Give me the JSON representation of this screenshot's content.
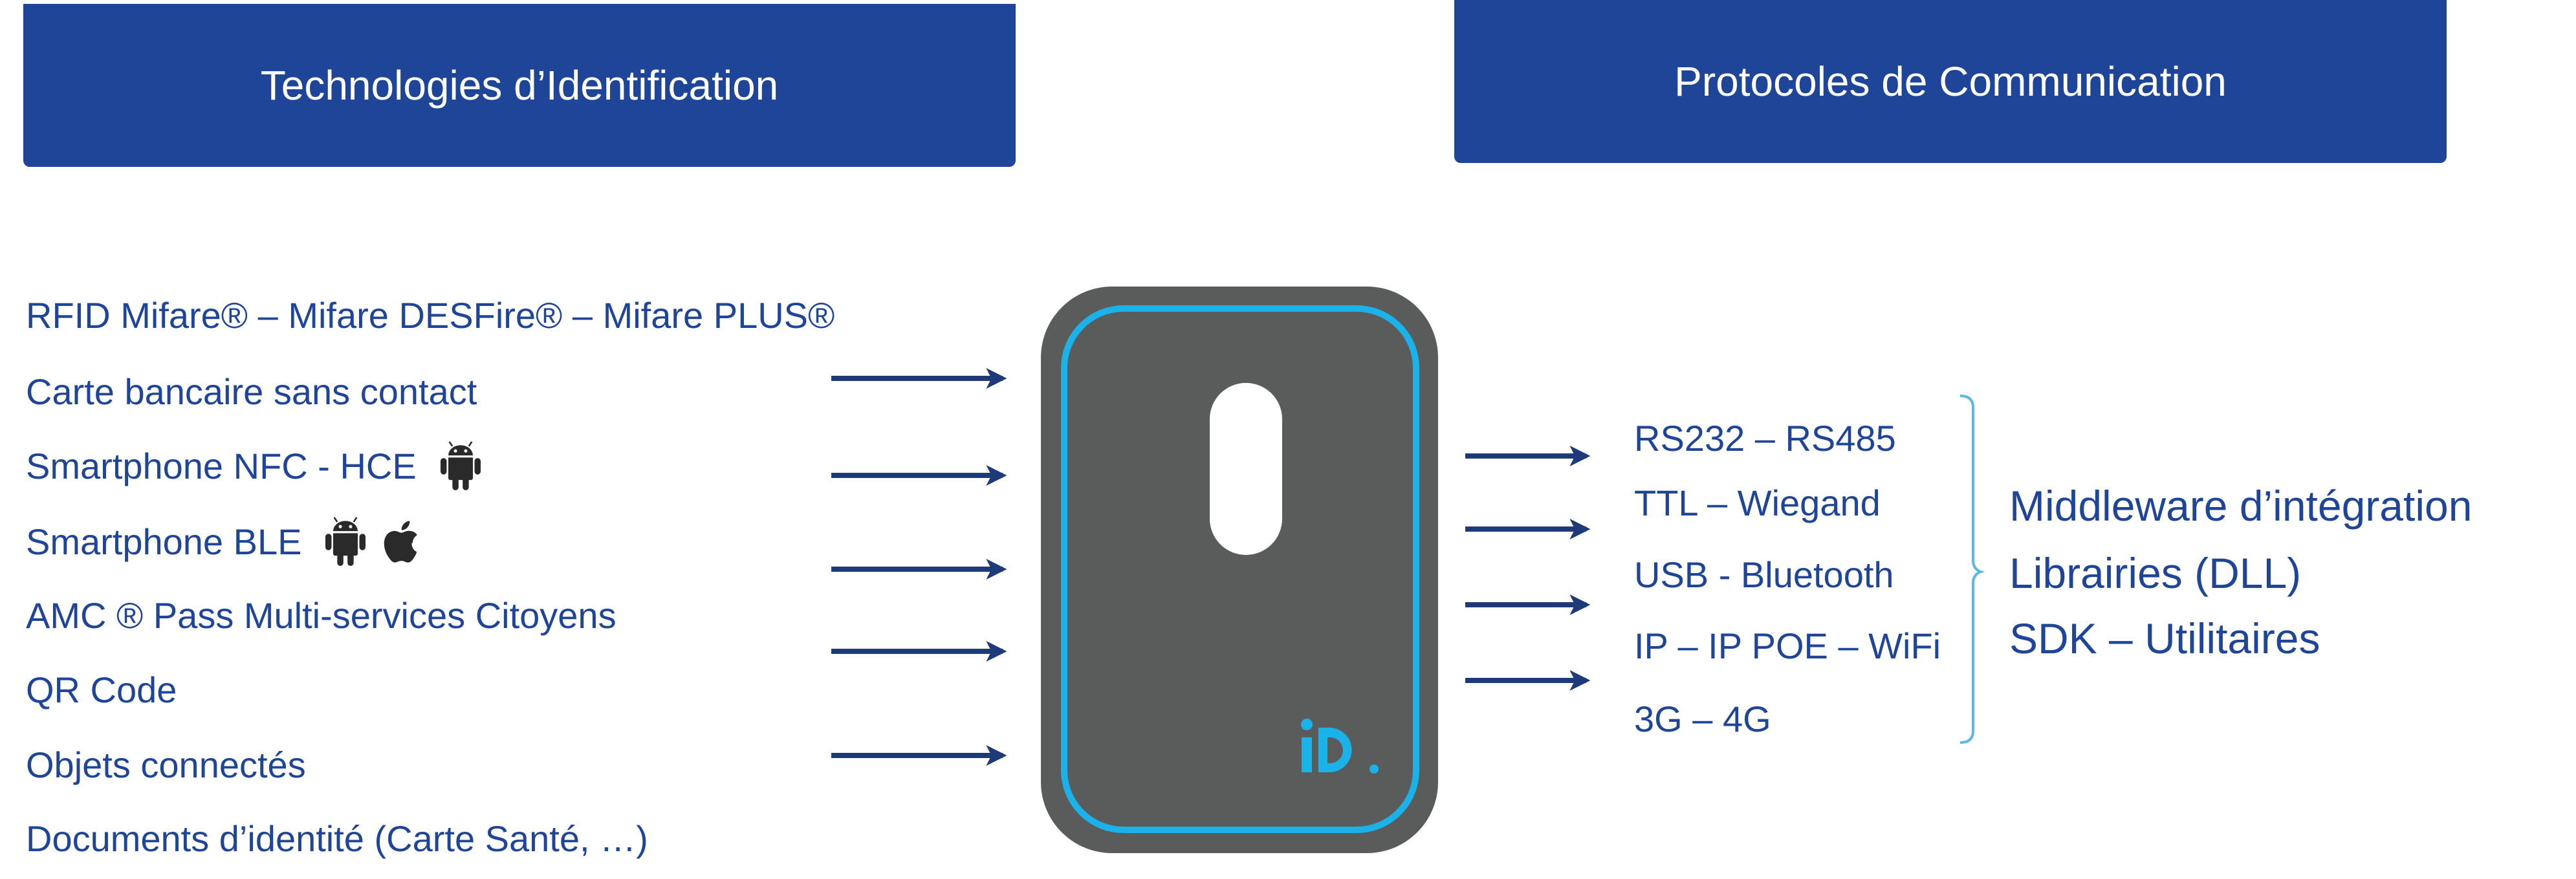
{
  "headers": {
    "left": "Technologies d’Identification",
    "right": "Protocoles de Communication"
  },
  "technologies": [
    {
      "label": "RFID Mifare® – Mifare DESFire® – Mifare PLUS®",
      "icons": []
    },
    {
      "label": "Carte bancaire sans contact",
      "icons": []
    },
    {
      "label": "Smartphone NFC - HCE",
      "icons": [
        "android-icon"
      ]
    },
    {
      "label": "Smartphone BLE",
      "icons": [
        "android-icon",
        "apple-icon"
      ]
    },
    {
      "label": "AMC ® Pass Multi-services Citoyens",
      "icons": []
    },
    {
      "label": "QR Code",
      "icons": []
    },
    {
      "label": "Objets connectés",
      "icons": []
    },
    {
      "label": "Documents d’identité (Carte Santé, …)",
      "icons": []
    }
  ],
  "protocols": [
    "RS232 – RS485",
    "TTL – Wiegand",
    "USB - Bluetooth",
    "IP – IP POE – WiFi",
    "3G – 4G"
  ],
  "software": [
    "Middleware d’intégration",
    "Librairies (DLL)",
    "SDK – Utilitaires"
  ],
  "device": {
    "logo_text": "iD.",
    "body_color": "#5a5c5c",
    "accent_color": "#1ab2e8"
  },
  "colors": {
    "brand_blue": "#1f4599",
    "arrow_color": "#1f3a7a",
    "bracket_color": "#5bb8e6"
  }
}
